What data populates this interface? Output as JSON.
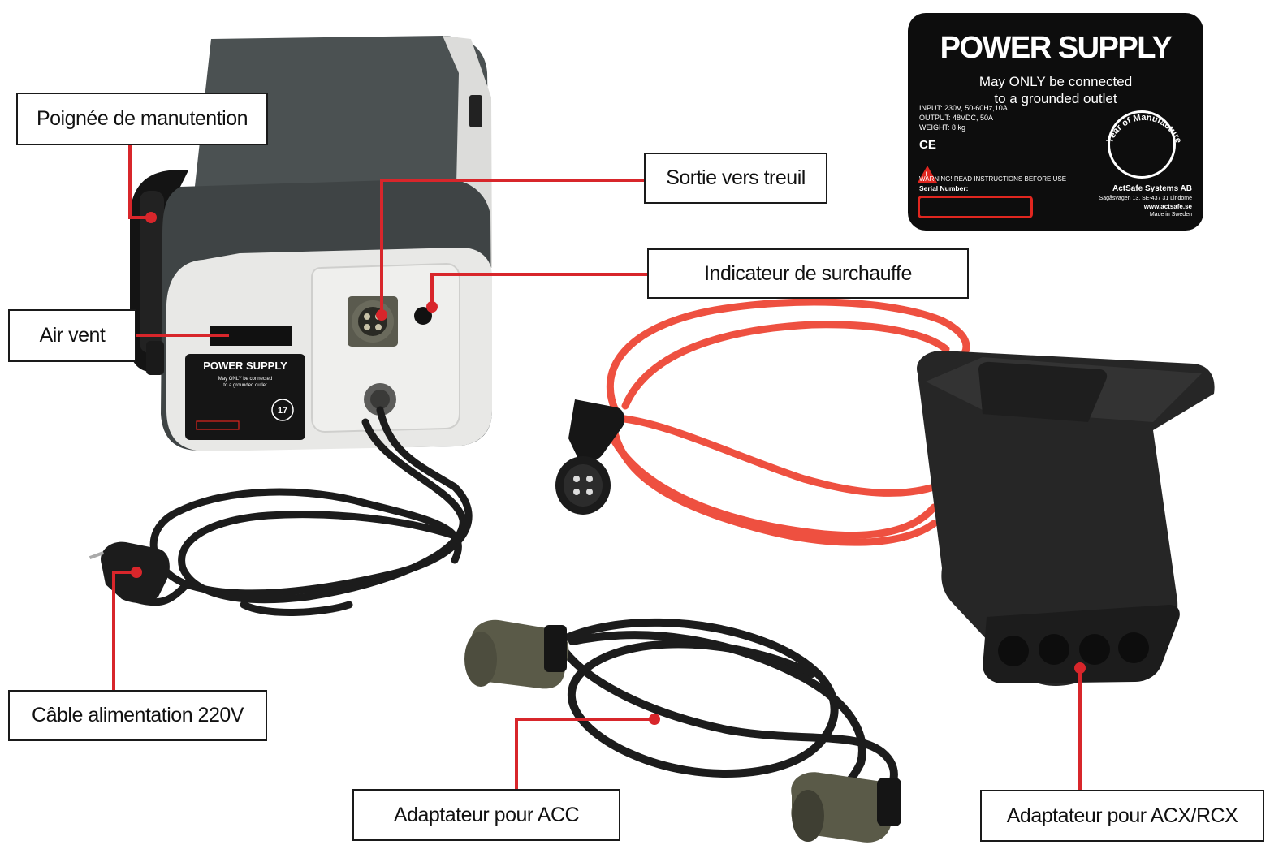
{
  "callouts": {
    "handle": "Poignée de manutention",
    "winch_output": "Sortie vers treuil",
    "overheat": "Indicateur de surchauffe",
    "air_vent": "Air vent",
    "power_cable": "Câble alimentation 220V",
    "acc_adapter": "Adaptateur pour ACC",
    "acx_adapter": "Adaptateur pour ACX/RCX"
  },
  "plate": {
    "title": "POWER SUPPLY",
    "line1": "May ONLY be connected",
    "line2": "to a grounded outlet",
    "input": "INPUT: 230V, 50-60Hz,10A",
    "output": "OUTPUT: 48VDC, 50A",
    "weight": "WEIGHT: 8 kg",
    "ce": "CE",
    "warning": "WARNING! READ INSTRUCTIONS BEFORE USE",
    "serial_label": "Serial Number:",
    "year_label": "Year of Manufacture",
    "company": "ActSafe Systems AB",
    "address": "Sagåsvägen 13, SE-437 31 Lindome",
    "website": "www.actsafe.se",
    "made_in": "Made in Sweden"
  },
  "unit_label": {
    "title": "POWER SUPPLY",
    "line1": "May ONLY be connected",
    "line2": "to a grounded outlet",
    "year": "17"
  },
  "colors": {
    "leader": "#d8262b",
    "red_cable": "#ee5040",
    "black_cable": "#1c1c1c",
    "housing": "#4b5152",
    "faceplate": "#e8e8e6"
  }
}
